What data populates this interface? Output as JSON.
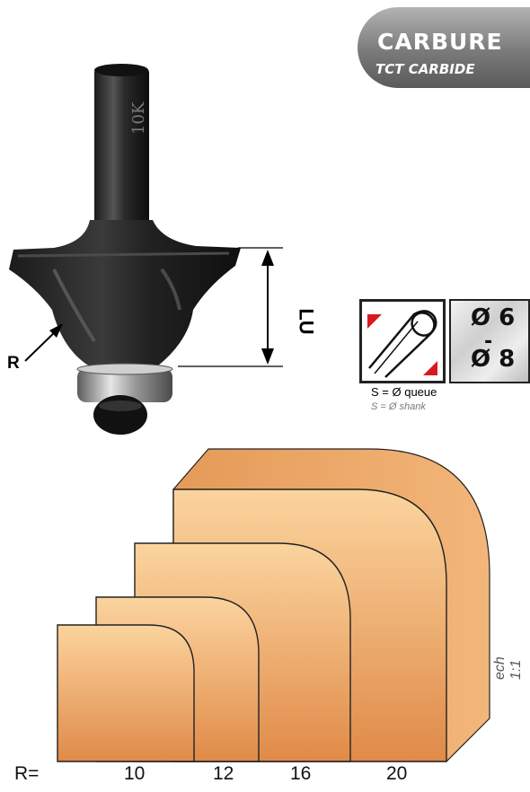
{
  "badge": {
    "line1": "CARBURE",
    "line2": "TCT CARBIDE"
  },
  "bit": {
    "shank_marking": "10K"
  },
  "labels": {
    "radius": "R",
    "useful_length": "LU"
  },
  "shank": {
    "diameter_1": "Ø 6",
    "separator": "-",
    "diameter_2": "Ø 8",
    "caption_fr": "S = Ø queue",
    "caption_en": "S = Ø shank"
  },
  "profiles": {
    "scale": "ech 1:1",
    "prefix": "R=",
    "sizes": [
      "10",
      "12",
      "16",
      "20"
    ]
  },
  "colors": {
    "profile_light": "#f6c48c",
    "profile_dark": "#e08a48",
    "arrow_red": "#d7191f",
    "badge_grey": "#8a8a8a"
  }
}
